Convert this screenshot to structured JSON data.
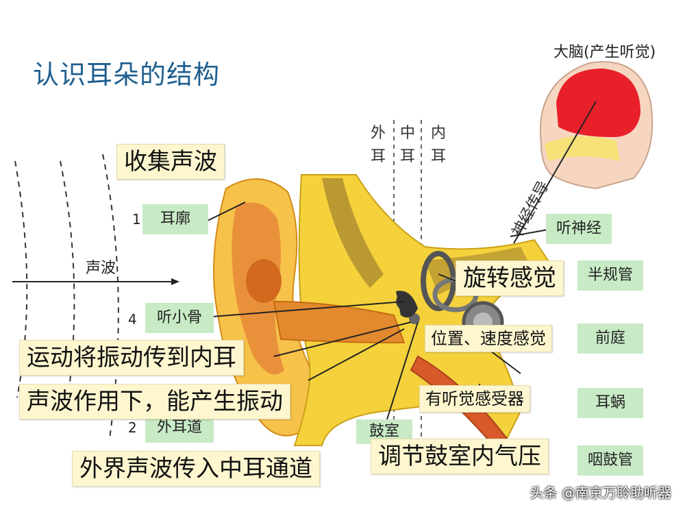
{
  "title": "认识耳朵的结构",
  "brain_label": "大脑(产生听觉)",
  "sound_wave_label": "声波",
  "nerve_label": "神经传导",
  "divisions": [
    {
      "text": "外耳"
    },
    {
      "text": "中耳"
    },
    {
      "text": "内耳"
    }
  ],
  "numbers": {
    "n1": "1",
    "n4": "4",
    "n2": "2"
  },
  "captions": {
    "collect": "收集声波",
    "transmit": "运动将振动传到内耳",
    "vibrate": "声波作用下，能产生振动",
    "canal": "外界声波传入中耳通道",
    "rotation": "旋转感觉",
    "position": "位置、速度感觉",
    "receptor": "有听觉感受器",
    "pressure": "调节鼓室内气压"
  },
  "parts": {
    "auricle": "耳廓",
    "ossicle": "听小骨",
    "ear_canal": "外耳道",
    "eardrum": "鼓室",
    "auditory_nerve": "听神经",
    "semicircular": "半规管",
    "vestibule": "前庭",
    "cochlea": "耳蜗",
    "eustachian": "咽鼓管"
  },
  "watermark": "头条 @南京万聆助听器",
  "colors": {
    "title": "#1f5f8f",
    "caption_bg": "#fdf6cf",
    "tag_bg": "#c8ebc6",
    "ear_skin": "#f5b43c",
    "brain": "#e8202a"
  }
}
